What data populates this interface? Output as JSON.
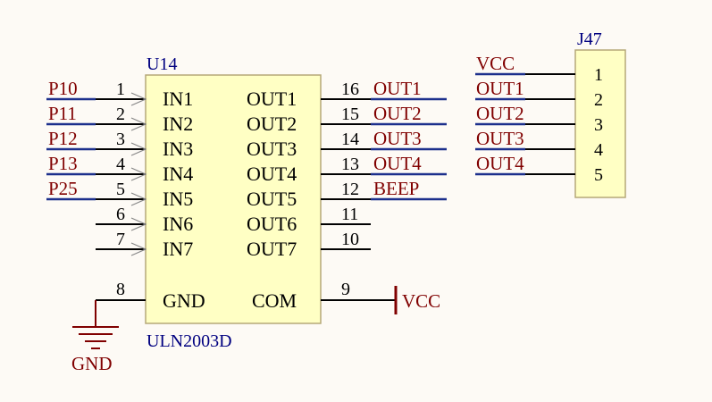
{
  "u14": {
    "designator": "U14",
    "part": "ULN2003D",
    "inputs": [
      {
        "pin": "1",
        "name": "IN1",
        "net": "P10"
      },
      {
        "pin": "2",
        "name": "IN2",
        "net": "P11"
      },
      {
        "pin": "3",
        "name": "IN3",
        "net": "P12"
      },
      {
        "pin": "4",
        "name": "IN4",
        "net": "P13"
      },
      {
        "pin": "5",
        "name": "IN5",
        "net": "P25"
      },
      {
        "pin": "6",
        "name": "IN6",
        "net": ""
      },
      {
        "pin": "7",
        "name": "IN7",
        "net": ""
      }
    ],
    "outputs": [
      {
        "pin": "16",
        "name": "OUT1",
        "net": "OUT1"
      },
      {
        "pin": "15",
        "name": "OUT2",
        "net": "OUT2"
      },
      {
        "pin": "14",
        "name": "OUT3",
        "net": "OUT3"
      },
      {
        "pin": "13",
        "name": "OUT4",
        "net": "OUT4"
      },
      {
        "pin": "12",
        "name": "OUT5",
        "net": "BEEP"
      },
      {
        "pin": "11",
        "name": "OUT6",
        "net": ""
      },
      {
        "pin": "10",
        "name": "OUT7",
        "net": ""
      }
    ],
    "gnd": {
      "pin": "8",
      "name": "GND"
    },
    "com": {
      "pin": "9",
      "name": "COM"
    }
  },
  "power": {
    "vcc": "VCC",
    "gnd": "GND"
  },
  "j47": {
    "designator": "J47",
    "pins": [
      {
        "num": "1",
        "net": "VCC"
      },
      {
        "num": "2",
        "net": "OUT1"
      },
      {
        "num": "3",
        "net": "OUT2"
      },
      {
        "num": "4",
        "net": "OUT3"
      },
      {
        "num": "5",
        "net": "OUT4"
      }
    ]
  },
  "colors": {
    "body_fill": "#ffffc4",
    "body_stroke": "#b5a878",
    "wire": "#000000",
    "net_wire": "#1c2f8c",
    "net_label": "#800000",
    "designator": "#000080",
    "power": "#800000",
    "background": "#fdfaf5"
  }
}
